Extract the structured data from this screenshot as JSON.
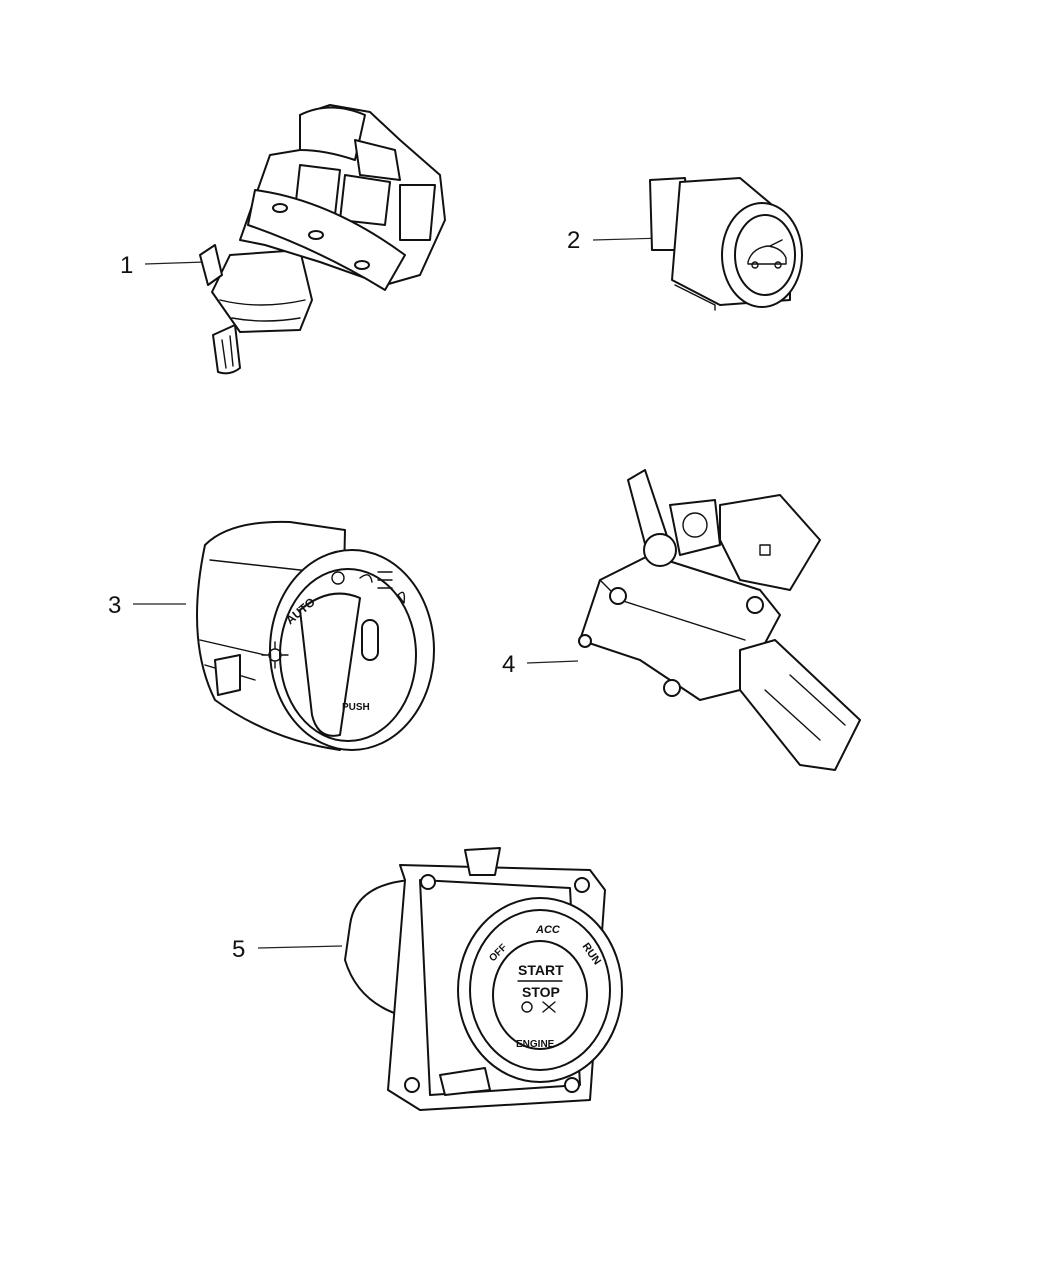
{
  "parts": [
    {
      "callout": "1"
    },
    {
      "callout": "2"
    },
    {
      "callout": "3",
      "knob_labels": {
        "auto": "AUTO",
        "push": "PUSH"
      }
    },
    {
      "callout": "4"
    },
    {
      "callout": "5",
      "button_labels": {
        "start": "START",
        "stop": "STOP",
        "acc": "ACC",
        "off": "OFF",
        "run": "RUN",
        "engine": "ENGINE"
      }
    }
  ]
}
